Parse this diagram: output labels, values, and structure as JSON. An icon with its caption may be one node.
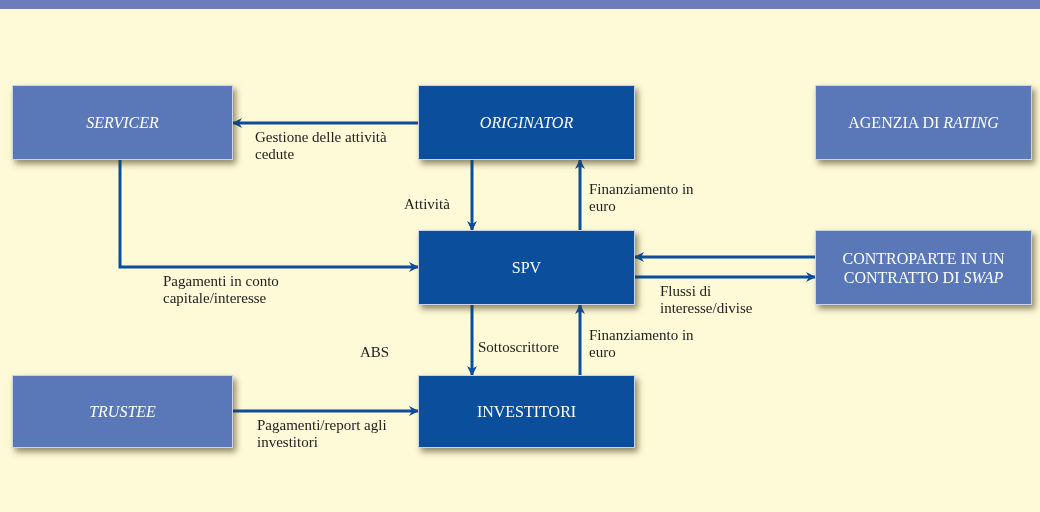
{
  "diagram": {
    "nodes": [
      {
        "text": [
          "SERVICER"
        ]
      },
      {
        "text": [
          "ORIGINATOR"
        ]
      },
      {
        "text": [
          "AGENZIA DI *RATING*"
        ]
      },
      {
        "text": [
          "SPV"
        ]
      },
      {
        "text": [
          "CONTROPARTE IN UN CONTRATTO DI *SWAP*"
        ]
      },
      {
        "text": [
          "TRUSTEE"
        ]
      },
      {
        "text": [
          "INVESTITORI"
        ]
      }
    ],
    "edges": [
      {
        "from": 1,
        "to": 0,
        "arrow": "to",
        "label": "Gestione delle attività cedute"
      },
      {
        "from": 1,
        "to": 3,
        "arrow": "to",
        "label": "Attività"
      },
      {
        "from": 3,
        "to": 1,
        "arrow": "to",
        "label": "Finanziamento in euro"
      },
      {
        "from": 0,
        "to": 3,
        "arrow": "to",
        "label": "Pagamenti in conto capitale/interesse"
      },
      {
        "from": 4,
        "to": 3,
        "arrow": "to"
      },
      {
        "from": 3,
        "to": 4,
        "arrow": "to",
        "label": "Flussi di interesse/divise"
      },
      {
        "from": 3,
        "to": 6,
        "arrow": "to",
        "label": "Sottoscrittore"
      },
      {
        "from": 6,
        "to": 3,
        "arrow": "to",
        "label": "Finanziamento in euro"
      },
      {
        "from": 5,
        "to": 6,
        "arrow": "to",
        "label": "Pagamenti/report agli investitori"
      }
    ],
    "labels": [
      "ABS"
    ]
  }
}
